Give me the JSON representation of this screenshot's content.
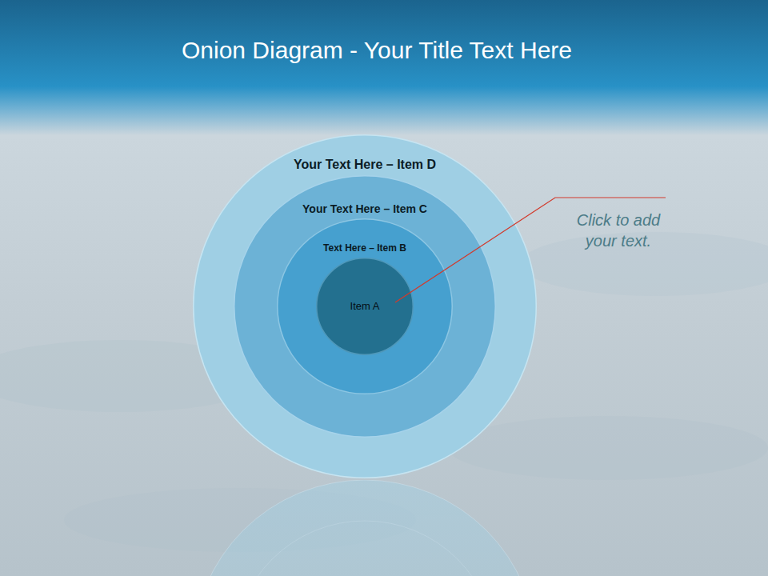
{
  "diagram": {
    "title": "Onion Diagram - Your Title Text Here",
    "nodes": [
      {
        "text": [
          "Your Text Here – Item D"
        ]
      },
      {
        "text": [
          "Your Text Here – Item C"
        ],
        "in": 0
      },
      {
        "text": [
          "Text Here – Item B"
        ],
        "in": 1
      },
      {
        "text": [
          "Item A"
        ],
        "in": 2
      }
    ],
    "labels": [
      "Click to add your text."
    ]
  }
}
